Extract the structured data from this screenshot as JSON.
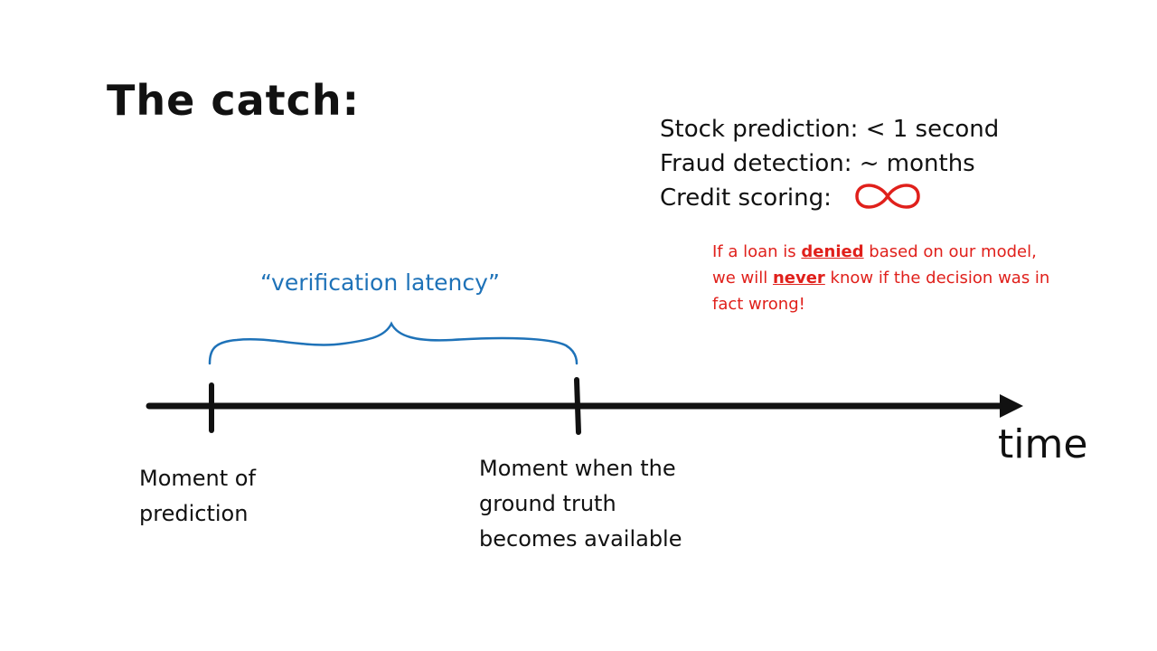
{
  "slide": {
    "title": "The catch:",
    "latencies": [
      {
        "label": "Stock prediction: < 1 second"
      },
      {
        "label": "Fraud detection: ~ months"
      },
      {
        "label": "Credit scoring:",
        "icon": "infinity-icon"
      }
    ],
    "note": {
      "part1": "If a loan is ",
      "emph1": "denied",
      "part2": " based on our model,",
      "part3": "we will ",
      "emph2": "never",
      "part4": " know if the decision was in",
      "part5": "fact wrong!"
    },
    "brace_label": "“verification latency”",
    "axis_label": "time",
    "tick1": {
      "line1": "Moment of",
      "line2": "prediction"
    },
    "tick2": {
      "line1": "Moment when the",
      "line2": "ground truth",
      "line3": "becomes available"
    },
    "colors": {
      "text": "#111111",
      "accent_blue": "#1e72b8",
      "accent_red": "#e0201b"
    }
  }
}
